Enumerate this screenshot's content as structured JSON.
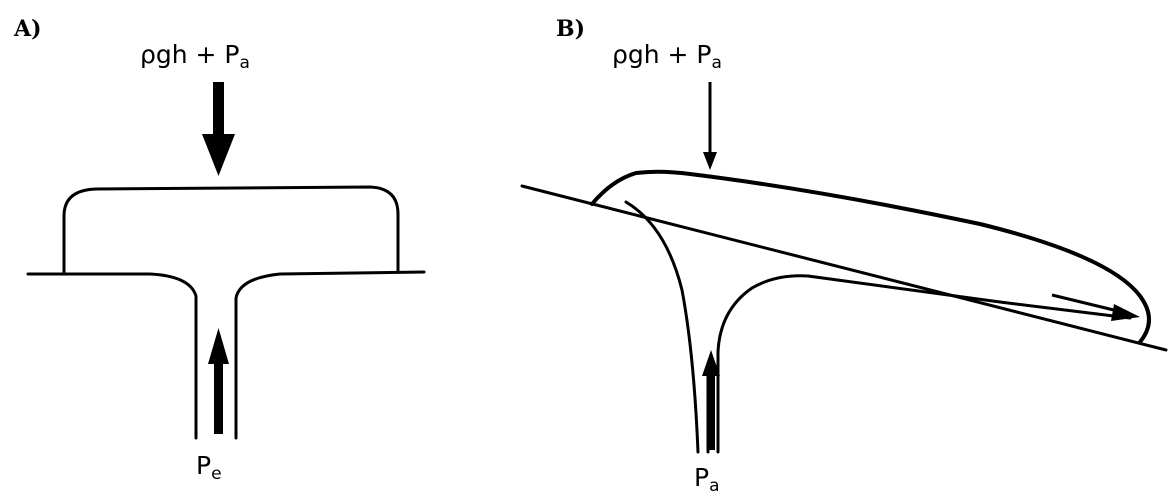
{
  "panels": [
    {
      "label": "A)",
      "top_load": {
        "main": "ρgh + P",
        "sub": "a"
      },
      "bottom_pressure": {
        "main": "P",
        "sub": "e"
      }
    },
    {
      "label": "B)",
      "top_load": {
        "main": "ρgh + P",
        "sub": "a"
      },
      "bottom_pressure": {
        "main": "P",
        "sub": "a"
      }
    }
  ],
  "stroke_color": "#000000"
}
